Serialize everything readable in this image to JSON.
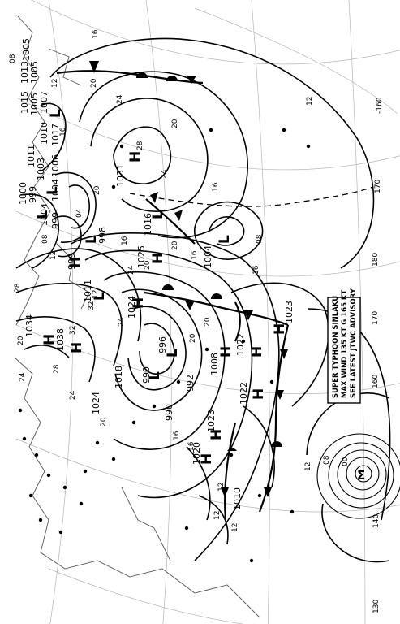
{
  "map": {
    "isobar_labels": [
      "16",
      "20",
      "24",
      "28",
      "12",
      "08",
      "04",
      "16",
      "20",
      "24",
      "20",
      "16",
      "12",
      "20",
      "24",
      "28",
      "32",
      "32",
      "28",
      "24",
      "20",
      "16",
      "12",
      "08",
      "12",
      "16",
      "20",
      "20",
      "24",
      "12",
      "16",
      "20",
      "12",
      "08",
      "16",
      "12",
      "16",
      "20",
      "24",
      "12",
      "08"
    ],
    "pressure_values": [
      "1005",
      "1015",
      "1013",
      "1005",
      "1005",
      "1007",
      "1010",
      "1017",
      "1011",
      "1006",
      "1003",
      "999",
      "1004",
      "1000",
      "999",
      "1004",
      "998",
      "1016",
      "1031",
      "1025",
      "1004",
      "999",
      "1011",
      "1024",
      "1034",
      "1038",
      "1018",
      "1024",
      "996",
      "990",
      "1008",
      "992",
      "990",
      "1022",
      "1022",
      "1023",
      "1023",
      "1020",
      "1010"
    ],
    "centers": {
      "highs": [
        "H",
        "H",
        "H",
        "H",
        "H",
        "H",
        "H",
        "H",
        "H",
        "H",
        "H",
        "H"
      ],
      "lows": [
        "L",
        "L",
        "L",
        "L",
        "L",
        "L",
        "L",
        "L",
        "L"
      ]
    },
    "longitudes": [
      "-160",
      "170",
      "180",
      "170",
      "160",
      "140",
      "130"
    ],
    "advisory_box": {
      "line1": "SUPER TYPHOON SINLAKU",
      "line2": "MAX WIND 135 KT G 165 KT",
      "line3": "SEE LATEST JTWC ADVISORY"
    },
    "typhoon_symbol": "Σ",
    "typhoon_center_value": "00",
    "colors": {
      "ink": "#000000",
      "grid": "#b5b5b5",
      "paper": "#ffffff"
    }
  }
}
